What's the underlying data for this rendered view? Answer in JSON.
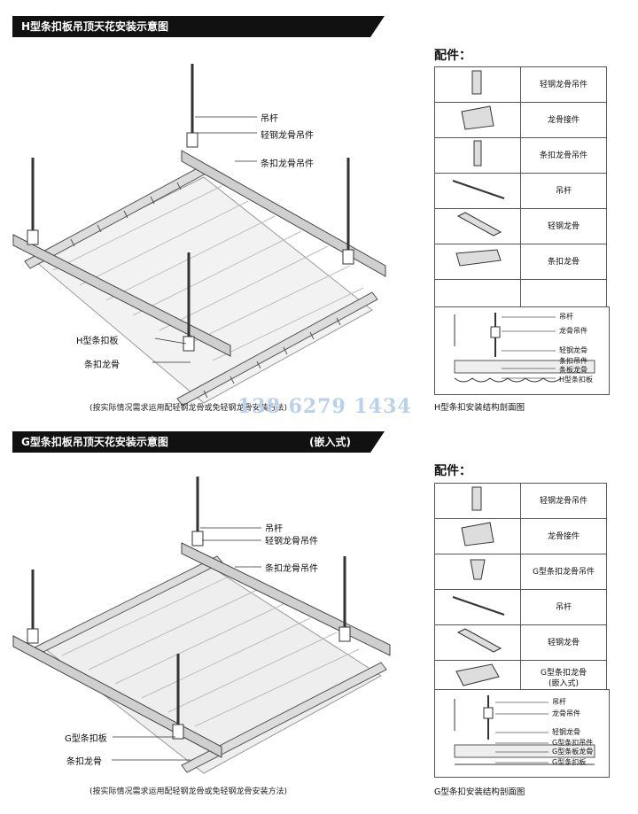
{
  "top": {
    "banner": "H型条扣板吊顶天花安装示意图",
    "labels": {
      "rod": "吊杆",
      "main_hanger": "轻钢龙骨吊件",
      "clip_hanger": "条扣龙骨吊件",
      "panel": "H型条扣板",
      "keel": "条扣龙骨"
    },
    "note": "(按实际情况需求运用配轻钢龙骨或免轻钢龙骨安装方法)",
    "watermark": "138 6279 1434",
    "parts_title": "配件：",
    "parts": [
      "轻钢龙骨吊件",
      "龙骨接件",
      "条扣龙骨吊件",
      "吊杆",
      "轻钢龙骨",
      "条扣龙骨",
      ""
    ],
    "section_labels": [
      "吊杆",
      "龙骨吊件",
      "轻钢龙骨",
      "条扣吊件",
      "条板龙骨",
      "H型条扣板"
    ],
    "section_caption": "H型条扣安装结构剖面图"
  },
  "bottom": {
    "banner": "G型条扣板吊顶天花安装示意图",
    "banner_tag": "(嵌入式)",
    "labels": {
      "rod": "吊杆",
      "main_hanger": "轻钢龙骨吊件",
      "clip_hanger": "条扣龙骨吊件",
      "panel": "G型条扣板",
      "keel": "条扣龙骨"
    },
    "note": "(按实际情况需求运用配轻钢龙骨或免轻钢龙骨安装方法)",
    "parts_title": "配件：",
    "parts": [
      "轻钢龙骨吊件",
      "龙骨接件",
      "G型条扣龙骨吊件",
      "吊杆",
      "轻钢龙骨",
      "G型条扣龙骨\n(嵌入式)"
    ],
    "section_labels": [
      "吊杆",
      "龙骨吊件",
      "轻钢龙骨",
      "G型条扣吊件",
      "G型条板龙骨",
      "G型条扣板"
    ],
    "section_caption": "G型条扣安装结构剖面图"
  }
}
